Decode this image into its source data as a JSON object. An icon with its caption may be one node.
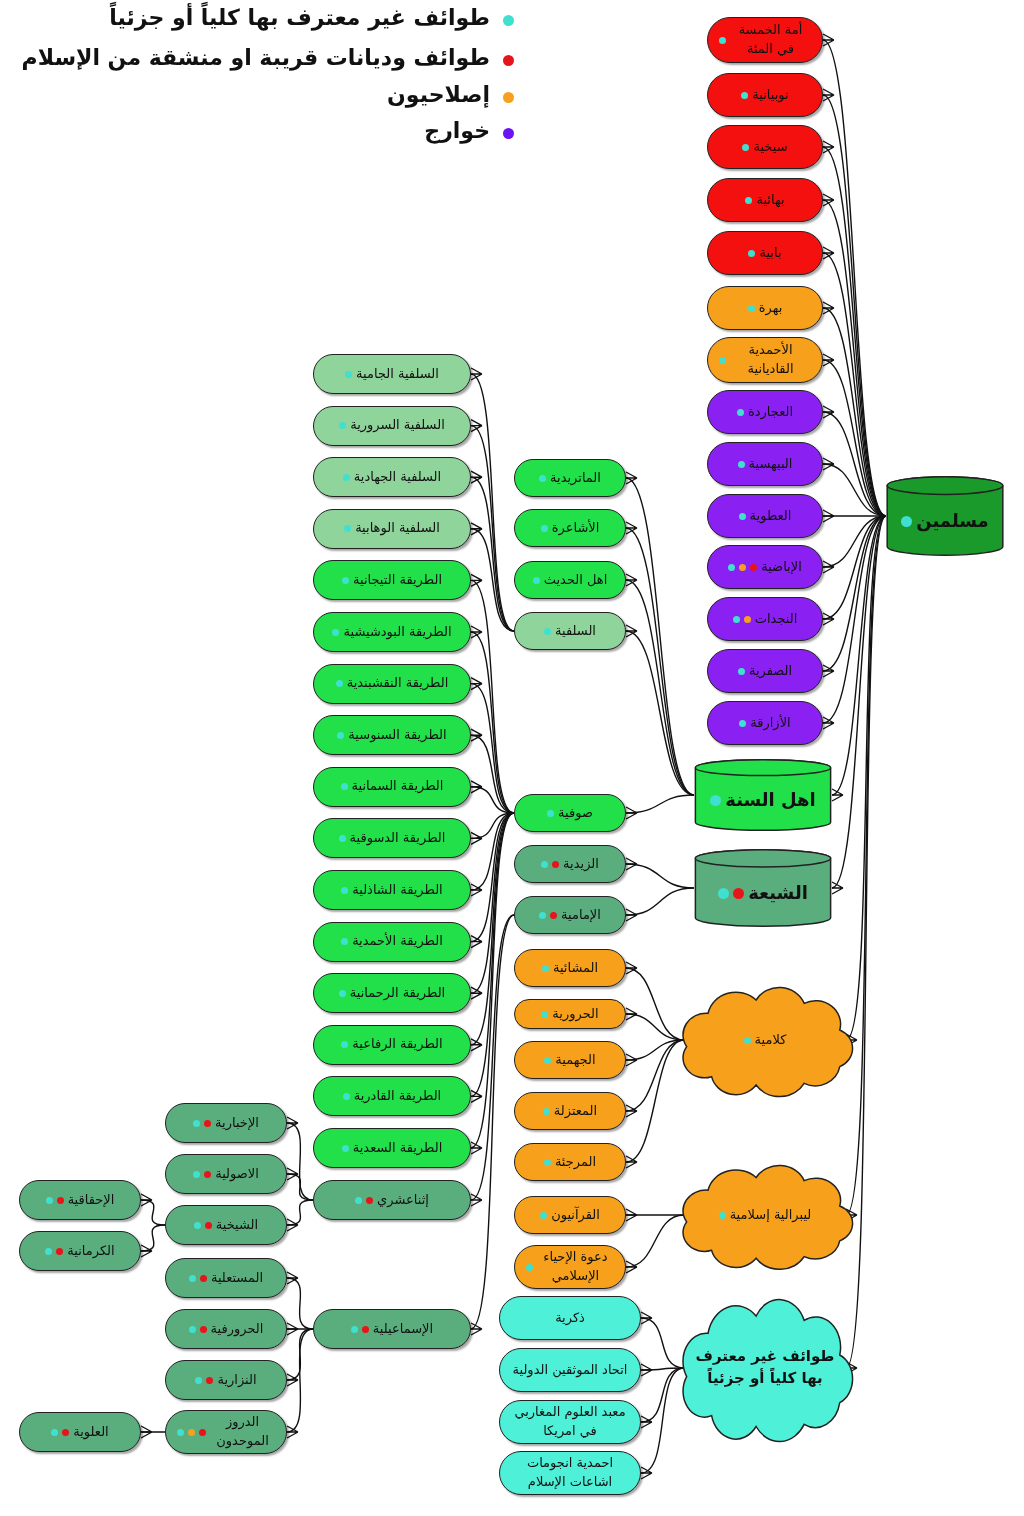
{
  "diagram": {
    "nodes": [
      {
        "text": [
          "أمة الخمسة في المئة"
        ]
      },
      {
        "text": [
          "نوبيانية"
        ]
      },
      {
        "text": [
          "سيخية"
        ]
      },
      {
        "text": [
          "بهائية"
        ]
      },
      {
        "text": [
          "بابية"
        ]
      },
      {
        "text": [
          "بهرة"
        ]
      },
      {
        "text": [
          "الأحمدية القاديانية"
        ]
      },
      {
        "text": [
          "العجاردة"
        ]
      },
      {
        "text": [
          "البيهسية"
        ]
      },
      {
        "text": [
          "العطوية"
        ]
      },
      {
        "text": [
          "الإباضية"
        ]
      },
      {
        "text": [
          "النجدات"
        ]
      },
      {
        "text": [
          "الصفرية"
        ]
      },
      {
        "text": [
          "الأزارقة"
        ]
      },
      {
        "text": [
          "مسلمين"
        ]
      },
      {
        "text": [
          "اهل السنة"
        ]
      },
      {
        "text": [
          "الشيعة"
        ]
      },
      {
        "text": [
          "الماتريدية"
        ]
      },
      {
        "text": [
          "الأشاعرة"
        ]
      },
      {
        "text": [
          "اهل الحديث"
        ]
      },
      {
        "text": [
          "السلفية"
        ]
      },
      {
        "text": [
          "صوفية"
        ]
      },
      {
        "text": [
          "الزيدية"
        ]
      },
      {
        "text": [
          "الإمامية"
        ]
      },
      {
        "text": [
          "المشائية"
        ]
      },
      {
        "text": [
          "الحرورية"
        ]
      },
      {
        "text": [
          "الجهمية"
        ]
      },
      {
        "text": [
          "المعتزلة"
        ]
      },
      {
        "text": [
          "المرجئة"
        ]
      },
      {
        "text": [
          "القرآنيون"
        ]
      },
      {
        "text": [
          "دعوة الإحياء الإسلامي"
        ]
      },
      {
        "text": [
          "السلفية الجامية"
        ]
      },
      {
        "text": [
          "السلفية السرورية"
        ]
      },
      {
        "text": [
          "السلفية الجهادية"
        ]
      },
      {
        "text": [
          "السلفية الوهابية"
        ]
      },
      {
        "text": [
          "الطريقة التيجانية"
        ]
      },
      {
        "text": [
          "الطريقة البودشيشية"
        ]
      },
      {
        "text": [
          "الطريقة النقشبندية"
        ]
      },
      {
        "text": [
          "الطريقة السنوسية"
        ]
      },
      {
        "text": [
          "الطريقة السمانية"
        ]
      },
      {
        "text": [
          "الطريقة الدسوقية"
        ]
      },
      {
        "text": [
          "الطريقة الشاذلية"
        ]
      },
      {
        "text": [
          "الطريقة الأحمدية"
        ]
      },
      {
        "text": [
          "الطريقة الرحمانية"
        ]
      },
      {
        "text": [
          "الطريقة الرفاعية"
        ]
      },
      {
        "text": [
          "الطريقة القادرية"
        ]
      },
      {
        "text": [
          "الطريقة السعدية"
        ]
      },
      {
        "text": [
          "إثناعشري"
        ]
      },
      {
        "text": [
          "الإسماعيلية"
        ]
      },
      {
        "text": [
          "الإخبارية"
        ]
      },
      {
        "text": [
          "الاصولية"
        ]
      },
      {
        "text": [
          "الشيخية"
        ]
      },
      {
        "text": [
          "المستعلية"
        ]
      },
      {
        "text": [
          "الحرورفية"
        ]
      },
      {
        "text": [
          "النزارية"
        ]
      },
      {
        "text": [
          "الدروز الموحدون"
        ]
      },
      {
        "text": [
          "الإحقاقية"
        ]
      },
      {
        "text": [
          "الكرمانية"
        ]
      },
      {
        "text": [
          "العلوية"
        ]
      },
      {
        "text": [
          "كلامية"
        ]
      },
      {
        "text": [
          "ليبرالية إسلامية"
        ]
      },
      {
        "text": [
          "طوائف غير معترف بها كلياً أو جزئياً"
        ]
      },
      {
        "text": [
          "ذكرية"
        ]
      },
      {
        "text": [
          "اتحاد الموثقين الدولية"
        ]
      },
      {
        "text": [
          "معبد العلوم المغاربي في امريكا"
        ]
      },
      {
        "text": [
          "احمدية انجومات اشاعات الإسلام"
        ]
      }
    ],
    "edges": [
      {
        "from": 14,
        "to": 0,
        "arrow": "other"
      },
      {
        "from": 14,
        "to": 1,
        "arrow": "other"
      },
      {
        "from": 14,
        "to": 2,
        "arrow": "other"
      },
      {
        "from": 14,
        "to": 3,
        "arrow": "other"
      },
      {
        "from": 14,
        "to": 4,
        "arrow": "other"
      },
      {
        "from": 14,
        "to": 5,
        "arrow": "other"
      },
      {
        "from": 14,
        "to": 6,
        "arrow": "other"
      },
      {
        "from": 14,
        "to": 7,
        "arrow": "other"
      },
      {
        "from": 14,
        "to": 8,
        "arrow": "other"
      },
      {
        "from": 14,
        "to": 9,
        "arrow": "other"
      },
      {
        "from": 14,
        "to": 10,
        "arrow": "other"
      },
      {
        "from": 14,
        "to": 11,
        "arrow": "other"
      },
      {
        "from": 14,
        "to": 12,
        "arrow": "other"
      },
      {
        "from": 14,
        "to": 13,
        "arrow": "other"
      },
      {
        "from": 14,
        "to": 15,
        "arrow": "other"
      },
      {
        "from": 14,
        "to": 16,
        "arrow": "other"
      },
      {
        "from": 14,
        "to": 59,
        "arrow": "other"
      },
      {
        "from": 14,
        "to": 60,
        "arrow": "other"
      },
      {
        "from": 14,
        "to": 61,
        "arrow": "other"
      },
      {
        "from": 15,
        "to": 17,
        "arrow": "other"
      },
      {
        "from": 15,
        "to": 18,
        "arrow": "other"
      },
      {
        "from": 15,
        "to": 19,
        "arrow": "other"
      },
      {
        "from": 15,
        "to": 20,
        "arrow": "other"
      },
      {
        "from": 15,
        "to": 21,
        "arrow": "other"
      },
      {
        "from": 20,
        "to": 31,
        "arrow": "other"
      },
      {
        "from": 20,
        "to": 32,
        "arrow": "other"
      },
      {
        "from": 20,
        "to": 33,
        "arrow": "other"
      },
      {
        "from": 20,
        "to": 34,
        "arrow": "other"
      },
      {
        "from": 21,
        "to": 35,
        "arrow": "other"
      },
      {
        "from": 21,
        "to": 36,
        "arrow": "other"
      },
      {
        "from": 21,
        "to": 37,
        "arrow": "other"
      },
      {
        "from": 21,
        "to": 38,
        "arrow": "other"
      },
      {
        "from": 21,
        "to": 39,
        "arrow": "other"
      },
      {
        "from": 21,
        "to": 40,
        "arrow": "other"
      },
      {
        "from": 21,
        "to": 41,
        "arrow": "other"
      },
      {
        "from": 21,
        "to": 42,
        "arrow": "other"
      },
      {
        "from": 21,
        "to": 43,
        "arrow": "other"
      },
      {
        "from": 21,
        "to": 44,
        "arrow": "other"
      },
      {
        "from": 21,
        "to": 45,
        "arrow": "other"
      },
      {
        "from": 21,
        "to": 46,
        "arrow": "other"
      },
      {
        "from": 16,
        "to": 22,
        "arrow": "other"
      },
      {
        "from": 16,
        "to": 23,
        "arrow": "other"
      },
      {
        "from": 23,
        "to": 47,
        "arrow": "other"
      },
      {
        "from": 23,
        "to": 48,
        "arrow": "other"
      },
      {
        "from": 47,
        "to": 49,
        "arrow": "other"
      },
      {
        "from": 47,
        "to": 50,
        "arrow": "other"
      },
      {
        "from": 47,
        "to": 51,
        "arrow": "other"
      },
      {
        "from": 51,
        "to": 56,
        "arrow": "other"
      },
      {
        "from": 51,
        "to": 57,
        "arrow": "other"
      },
      {
        "from": 48,
        "to": 52,
        "arrow": "other"
      },
      {
        "from": 48,
        "to": 53,
        "arrow": "other"
      },
      {
        "from": 48,
        "to": 54,
        "arrow": "other"
      },
      {
        "from": 48,
        "to": 55,
        "arrow": "other"
      },
      {
        "from": 55,
        "to": 58,
        "arrow": "other"
      },
      {
        "from": 59,
        "to": 24,
        "arrow": "other"
      },
      {
        "from": 59,
        "to": 25,
        "arrow": "other"
      },
      {
        "from": 59,
        "to": 26,
        "arrow": "other"
      },
      {
        "from": 59,
        "to": 27,
        "arrow": "other"
      },
      {
        "from": 59,
        "to": 28,
        "arrow": "other"
      },
      {
        "from": 60,
        "to": 29,
        "arrow": "other"
      },
      {
        "from": 60,
        "to": 30,
        "arrow": "other"
      },
      {
        "from": 61,
        "to": 62,
        "arrow": "other"
      },
      {
        "from": 61,
        "to": 63,
        "arrow": "other"
      },
      {
        "from": 61,
        "to": 64,
        "arrow": "other"
      },
      {
        "from": 61,
        "to": 65,
        "arrow": "other"
      }
    ],
    "legend": [
      {
        "text": "طوائف غير معترف بها كلياً أو جزئياً",
        "color": "#40e0d0"
      },
      {
        "text": "طوائف وديانات قريبة او منشقة من الإسلام",
        "color": "#e8141c"
      },
      {
        "text": "إصلاحيون",
        "color": "#f5a020"
      },
      {
        "text": "خوارج",
        "color": "#6a14f0"
      }
    ]
  }
}
